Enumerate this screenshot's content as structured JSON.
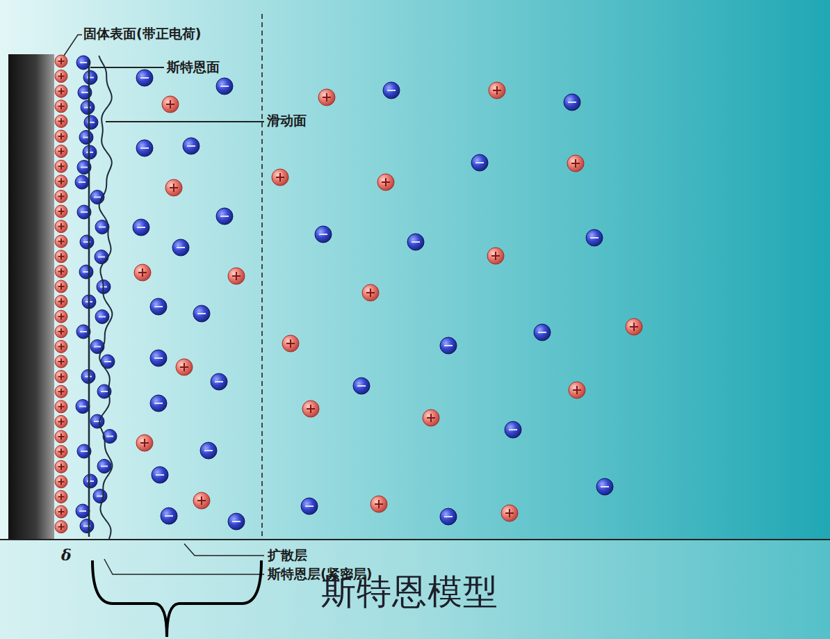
{
  "diagram": {
    "title": "斯特恩模型",
    "labels": [
      "固体表面(带正电荷)",
      "斯特恩面",
      "滑动面",
      "扩散层",
      "斯特恩层(紧密层)",
      "δ"
    ]
  }
}
